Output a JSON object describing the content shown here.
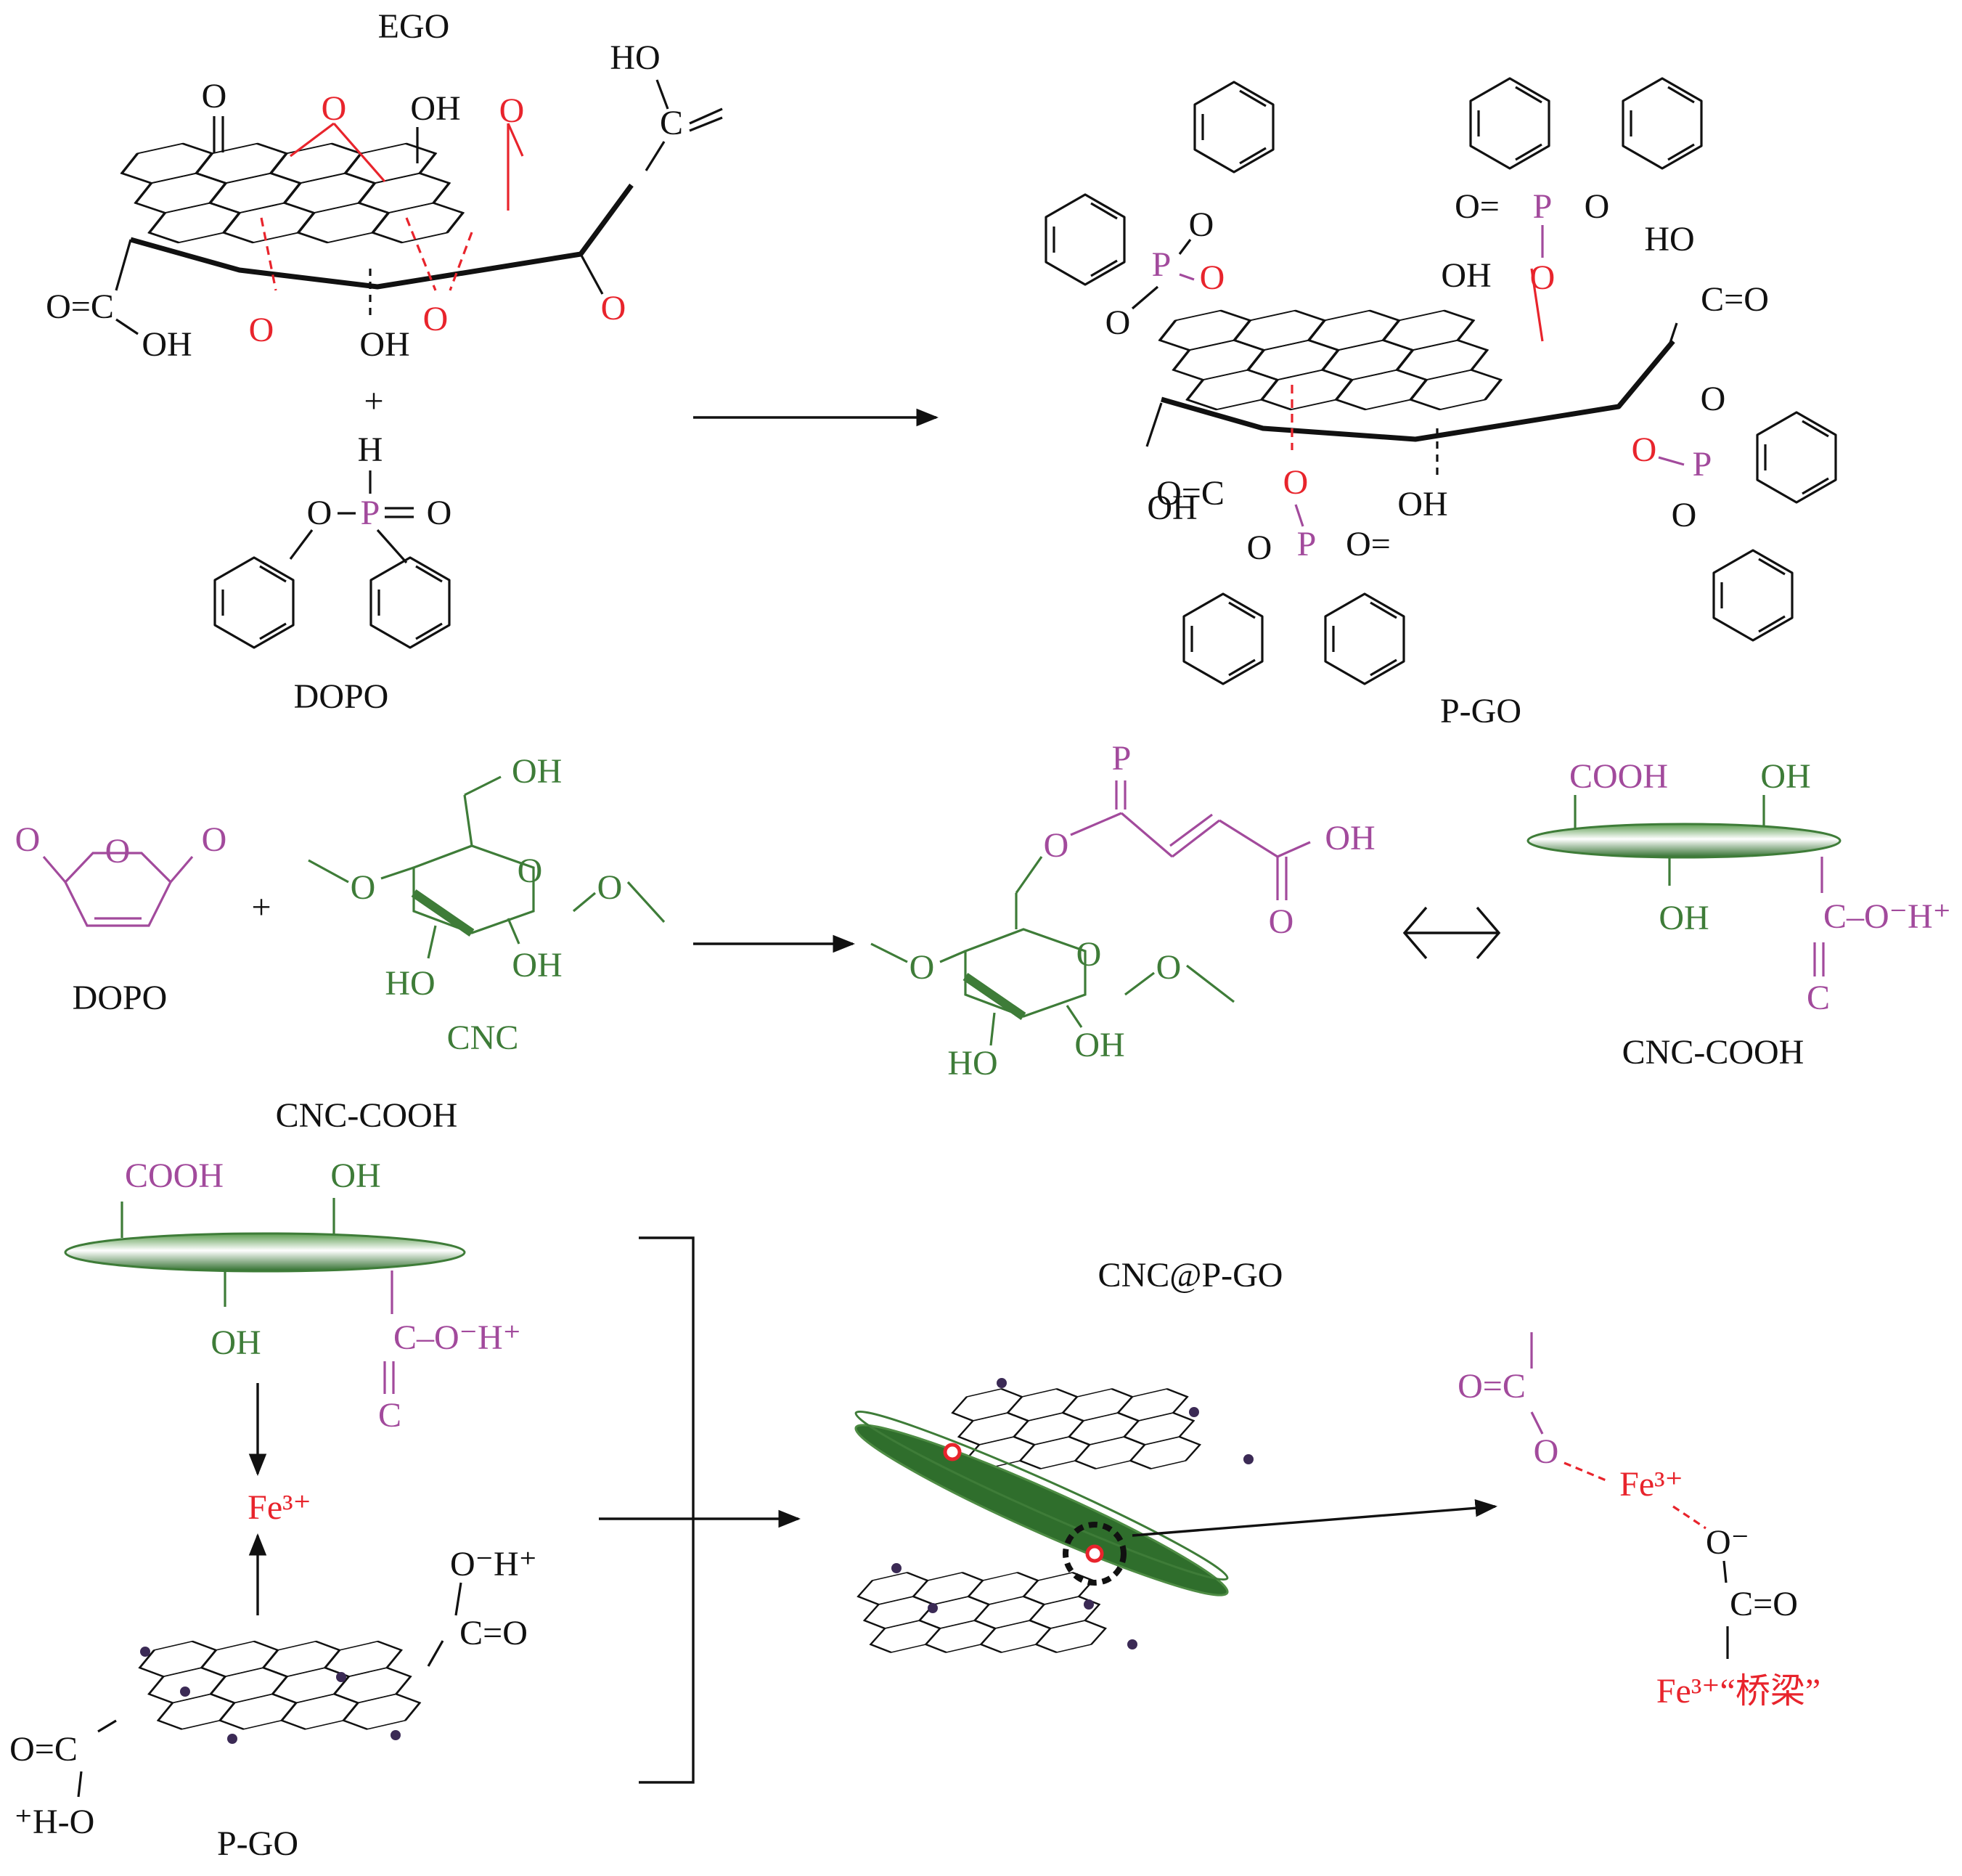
{
  "labels": {
    "ego": "EGO",
    "plus_1": "+",
    "dopo_1": "DOPO",
    "pgo_1": "P-GO",
    "dopo_2": "DOPO",
    "plus_2": "+",
    "cnc": "CNC",
    "cnc_cooh_1": "CNC-COOH",
    "cnc_cooh_2": "CNC-COOH",
    "cnc_pgo": "CNC@P-GO",
    "pgo_2": "P-GO",
    "fe_1": "Fe³⁺",
    "fe_2": "Fe³⁺",
    "fe_bridge": "Fe³⁺“桥梁”"
  },
  "atoms": {
    "O": "O",
    "OH": "OH",
    "HO": "HO",
    "H": "H",
    "P": "P",
    "C": "C",
    "COOH": "COOH",
    "C_eq_O": "C=O",
    "O_eq_C": "O=C",
    "O_eq": "O=",
    "O_minus_H_plus": "O⁻H⁺",
    "plusH_O": "⁺H-O",
    "C_O_minus_H_plus": "C–O⁻H⁺",
    "O_minus": "O⁻",
    "O_P_eq_O": "O–P=O",
    "O_eq_P_O": "O=P–O"
  },
  "colors": {
    "black": "#111111",
    "red": "#e8242c",
    "purple": "#a24a9c",
    "green": "#3e7c38"
  }
}
